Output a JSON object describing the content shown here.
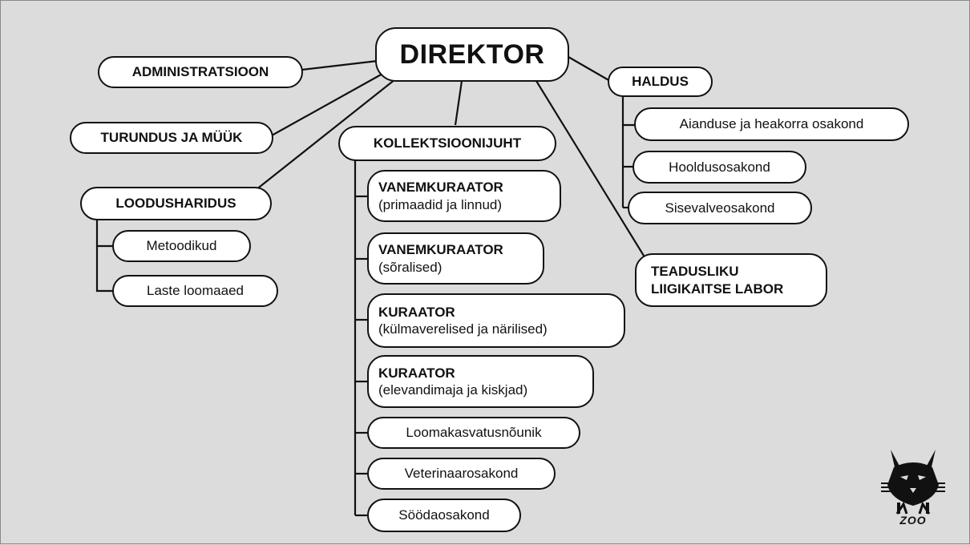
{
  "director": "DIREKTOR",
  "administratsioon": "ADMINISTRATSIOON",
  "turundus": "TURUNDUS JA MÜÜK",
  "loodusharidus": {
    "title": "LOODUSHARIDUS",
    "items": [
      "Metoodikud",
      "Laste loomaaed"
    ]
  },
  "kollektsioonijuht": {
    "title": "KOLLEKTSIOONIJUHT",
    "items": [
      {
        "title": "VANEMKURAATOR",
        "sub": "(primaadid ja linnud)"
      },
      {
        "title": "VANEMKURAATOR",
        "sub": "(sõralised)"
      },
      {
        "title": "KURAATOR",
        "sub": "(külmaverelised ja närilised)"
      },
      {
        "title": "KURAATOR",
        "sub": "(elevandimaja ja kiskjad)"
      },
      {
        "title": "Loomakasvatusnõunik"
      },
      {
        "title": "Veterinaarosakond"
      },
      {
        "title": "Söödaosakond"
      }
    ]
  },
  "haldus": {
    "title": "HALDUS",
    "items": [
      "Aianduse ja heakorra osakond",
      "Hooldusosakond",
      "Sisevalveosakond"
    ]
  },
  "labor": {
    "line1": "TEADUSLIKU",
    "line2": "LIIGIKAITSE LABOR"
  },
  "logo_text": "ZOO"
}
